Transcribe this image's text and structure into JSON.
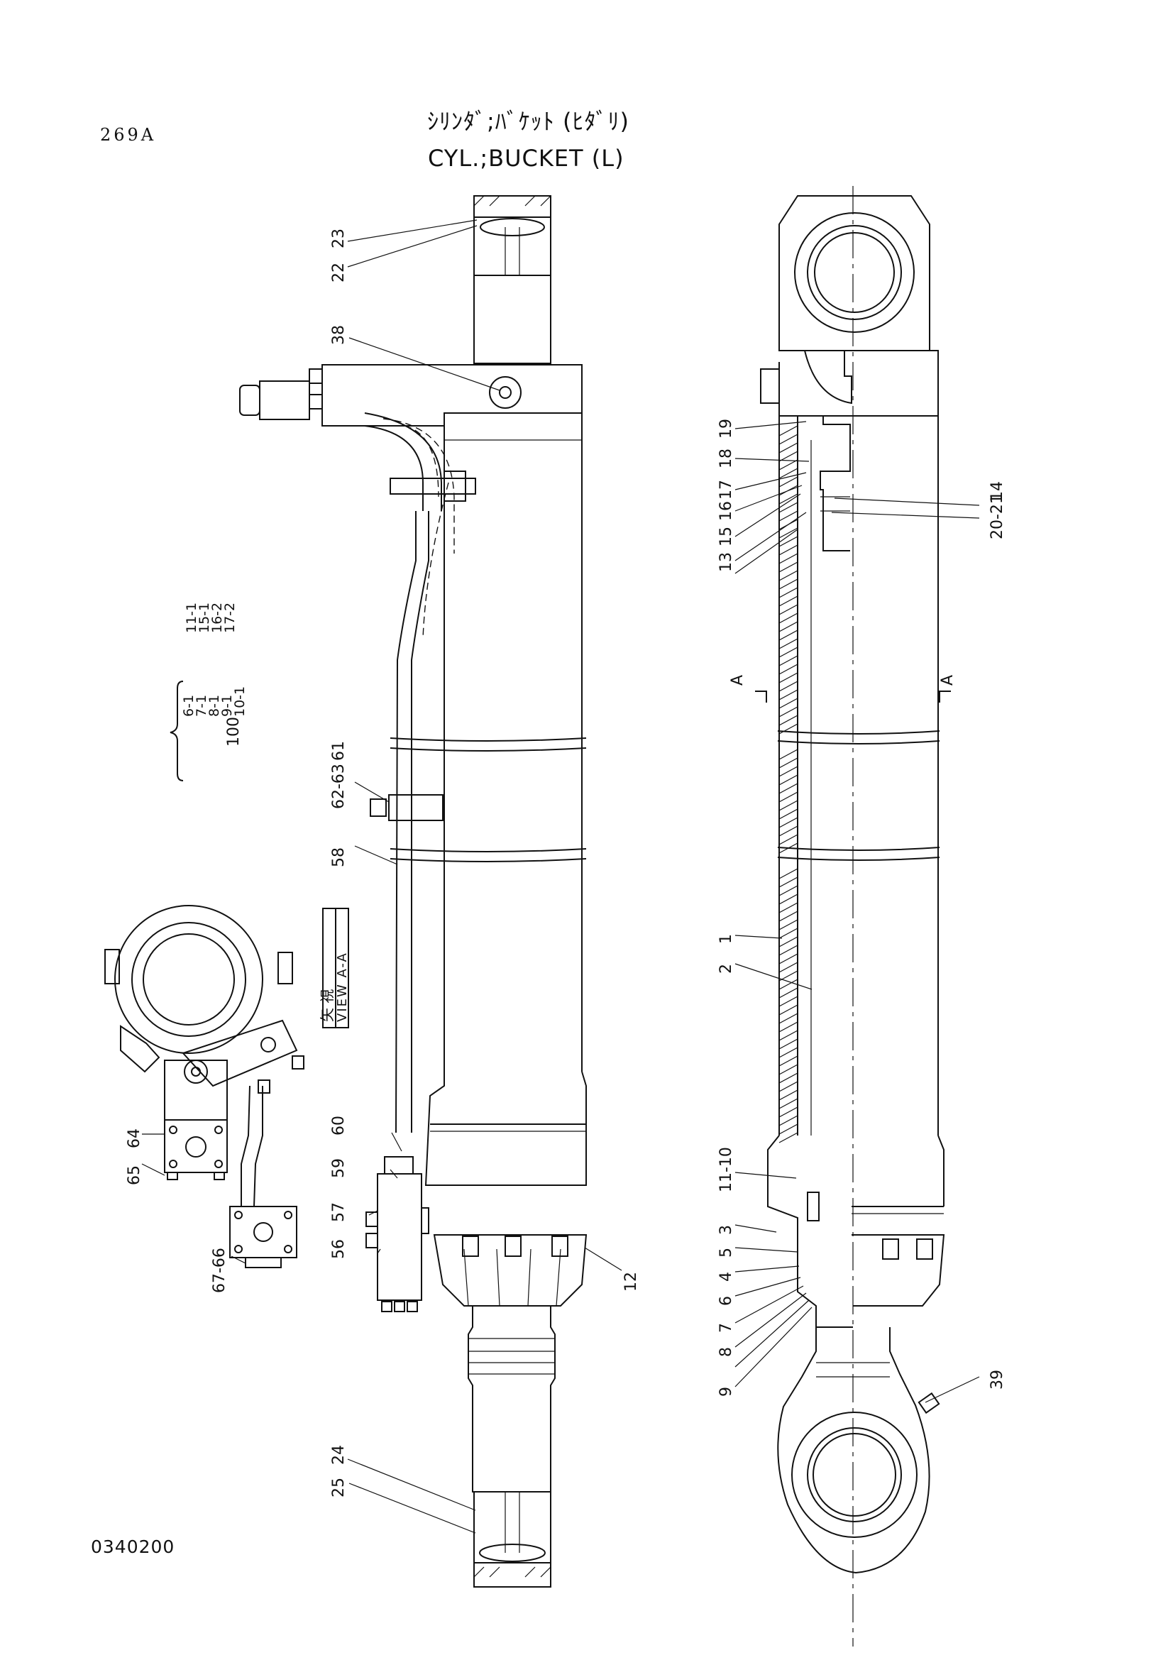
{
  "header": {
    "page_number": "269A",
    "title_jp": "ｼﾘﾝﾀﾞ;ﾊﾞｹｯﾄ (ﾋﾀﾞﾘ)",
    "title_en": "CYL.;BUCKET (L)"
  },
  "footer": {
    "drawing_code": "0340200"
  },
  "view_label": {
    "jp": "矢 視",
    "en": "VIEW A-A"
  },
  "section_marks": {
    "left": "A",
    "right": "A"
  },
  "kit": {
    "number": "100",
    "column1": [
      "6-1",
      "7-1",
      "8-1",
      "9-1",
      "10-1"
    ],
    "column2": [
      "11-1",
      "15-1",
      "16-2",
      "17-2"
    ]
  },
  "callouts": {
    "left_view": [
      "22",
      "23",
      "38",
      "62-63",
      "61",
      "58",
      "60",
      "59",
      "57",
      "56",
      "12",
      "24",
      "25"
    ],
    "view_aa": [
      "64",
      "65",
      "67-66"
    ],
    "right_view": [
      "19",
      "18",
      "17",
      "16",
      "15",
      "13",
      "20-21",
      "14",
      "1",
      "2",
      "11-10",
      "3",
      "5",
      "4",
      "6",
      "7",
      "8",
      "9",
      "39"
    ]
  }
}
